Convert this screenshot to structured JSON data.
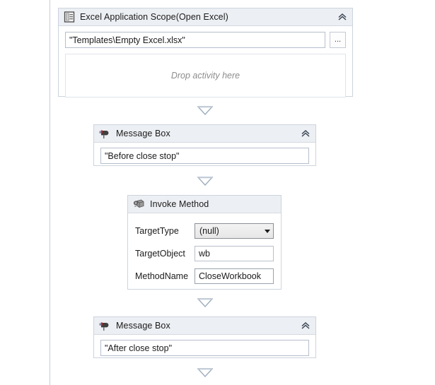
{
  "workflow": {
    "canvas_background": "#ffffff",
    "spine_color": "#c6ced8",
    "activities": [
      {
        "id": "excel-application-scope",
        "title": "Excel Application Scope(Open Excel)",
        "icon": "excel-scope-icon",
        "collapse_icon": "chevron-double-up-icon",
        "workbook_path_value": "\"Templates\\Empty Excel.xlsx\"",
        "browse_button_label": "...",
        "dropzone_text": "Drop activity here"
      },
      {
        "id": "message-box-before",
        "title": "Message Box",
        "icon": "mailbox-icon",
        "collapse_icon": "chevron-double-up-icon",
        "text_value": "\"Before close stop\""
      },
      {
        "id": "invoke-method",
        "title": "Invoke Method",
        "icon": "invoke-method-cube-icon",
        "fields": [
          {
            "label": "TargetType",
            "value": "(null)",
            "control": "combobox"
          },
          {
            "label": "TargetObject",
            "value": "wb",
            "control": "textbox"
          },
          {
            "label": "MethodName",
            "value": "CloseWorkbook",
            "control": "textbox"
          }
        ]
      },
      {
        "id": "message-box-after",
        "title": "Message Box",
        "icon": "mailbox-icon",
        "collapse_icon": "chevron-double-up-icon",
        "text_value": "\"After close stop\""
      }
    ],
    "connectors": [
      {
        "id": "connector-1",
        "icon": "arrow-down-triangle-icon"
      },
      {
        "id": "connector-2",
        "icon": "arrow-down-triangle-icon"
      },
      {
        "id": "connector-3",
        "icon": "arrow-down-triangle-icon"
      },
      {
        "id": "connector-4",
        "icon": "arrow-down-triangle-icon"
      }
    ],
    "colors": {
      "header_bg": "#eceff3",
      "border": "#cdd4de",
      "connector": "#9fadbf",
      "placeholder_text": "#8d8d8d"
    }
  }
}
